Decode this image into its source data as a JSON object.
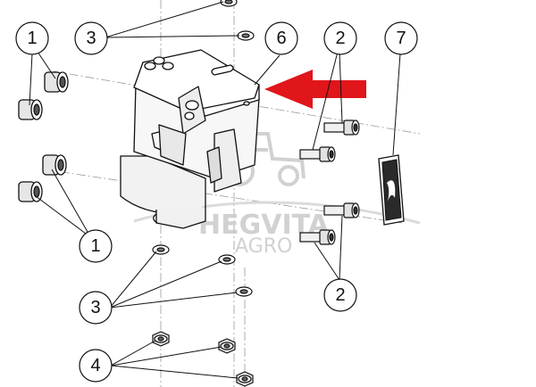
{
  "diagram": {
    "callouts": [
      {
        "id": "c1a",
        "label": "1"
      },
      {
        "id": "c3a",
        "label": "3"
      },
      {
        "id": "c6",
        "label": "6"
      },
      {
        "id": "c2a",
        "label": "2"
      },
      {
        "id": "c7",
        "label": "7"
      },
      {
        "id": "c1b",
        "label": "1"
      },
      {
        "id": "c3b",
        "label": "3"
      },
      {
        "id": "c2b",
        "label": "2"
      },
      {
        "id": "c4",
        "label": "4"
      }
    ],
    "watermark": {
      "brand": "HEGVITA",
      "sub": "AGRO"
    },
    "colors": {
      "line": "#111111",
      "arrow": "#e0161b",
      "watermark": "#c9c9c9",
      "centerline": "#9a9a9a"
    }
  }
}
